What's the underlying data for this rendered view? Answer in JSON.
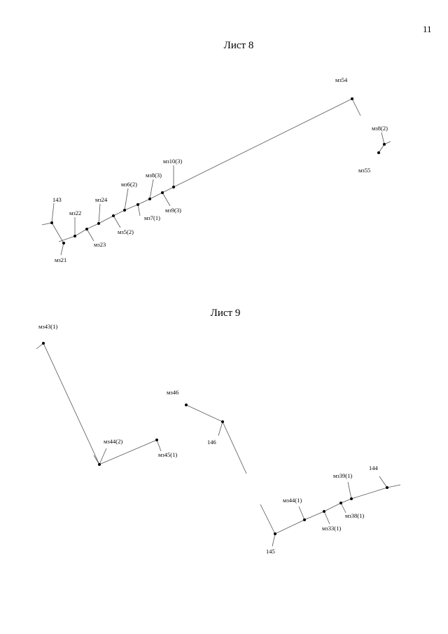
{
  "page_number": "11",
  "sheets": [
    {
      "title": "Лист 8",
      "labels": [
        "мз54",
        "мз8(2)",
        "мз55",
        "мз10(3)",
        "мз8(3)",
        "мз9(3)",
        "мз6(2)",
        "мз7(1)",
        "мз24",
        "мз5(2)",
        "143",
        "мз22",
        "мз23",
        "мз21"
      ]
    },
    {
      "title": "Лист 9",
      "labels": [
        "мз43(1)",
        "мз46",
        "146",
        "мз44(2)",
        "мз45(1)",
        "144",
        "мз39(1)",
        "мз44(1)",
        "мз38(1)",
        "мз33(1)",
        "145"
      ]
    }
  ]
}
